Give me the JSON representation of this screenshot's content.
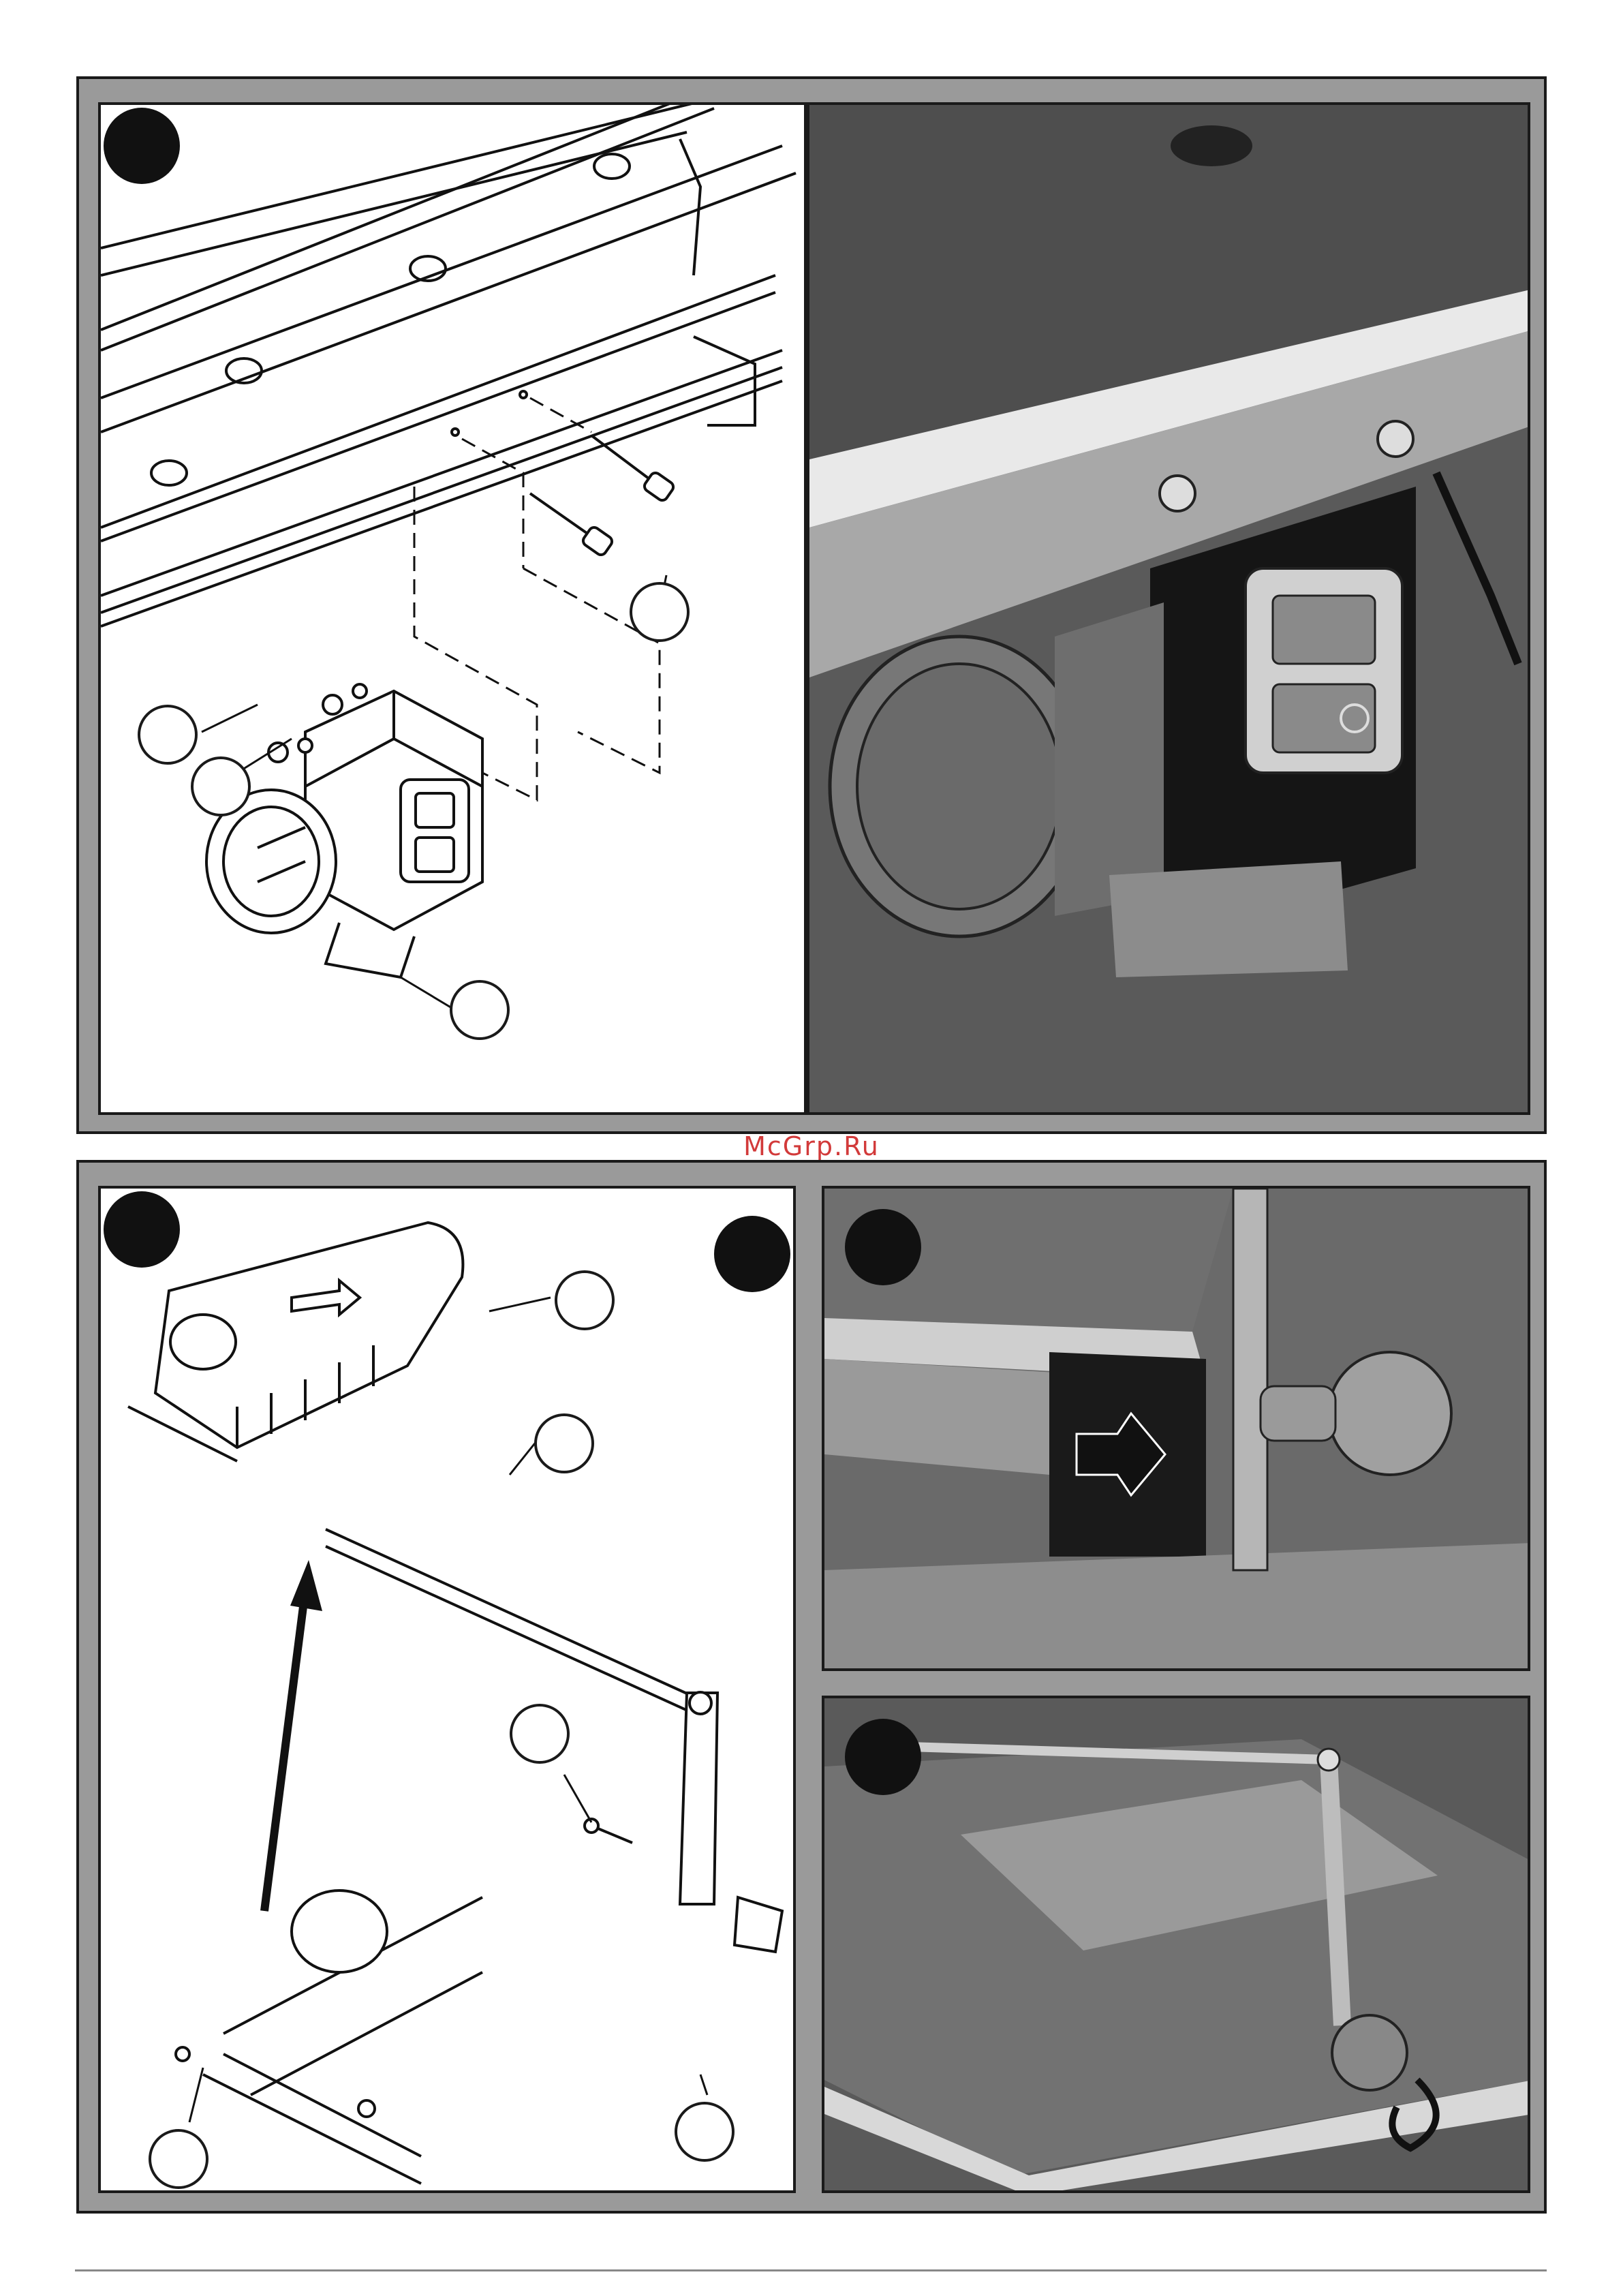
{
  "watermark": "McGrp.Ru",
  "figure_1": {
    "callout_count": 4,
    "badge": "step-badge"
  },
  "figure_2": {
    "callout_count": 5,
    "badge": "step-badge"
  },
  "photo_sub_badges": 3
}
